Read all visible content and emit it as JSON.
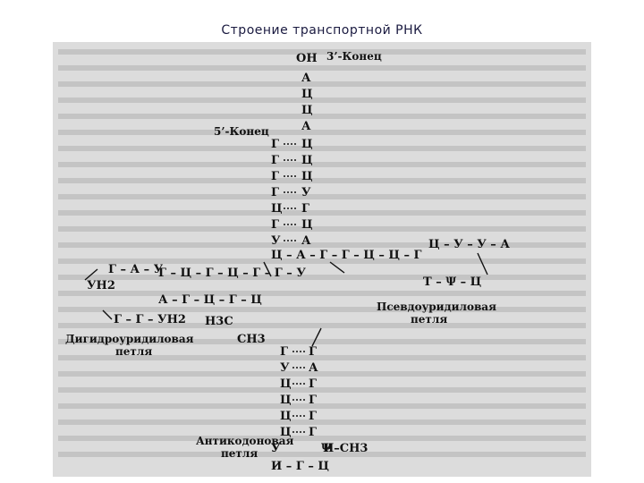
{
  "slide": {
    "title": "Строение транспортной РНК"
  },
  "background_colors": {
    "page": "#ffffff",
    "scan": "#dcdcdc",
    "ink": "#111111"
  },
  "diagram": {
    "end3": "3’-Конец",
    "end5": "5’-Конец",
    "oh": "ОН",
    "pseudo_loop_1": "Псевдоуридиловая",
    "pseudo_loop_2": "петля",
    "dihydro_loop_1": "Дигидроуридиловая",
    "dihydro_loop_2": "петля",
    "anticodon_loop_1": "Антикодоновая",
    "anticodon_loop_2": "петля",
    "h3c": "Н3С",
    "ch3": "СН3",
    "i_ch3": "И–СН3",
    "acceptor_tail": [
      "А",
      "Ц",
      "Ц",
      "А"
    ],
    "acceptor_stem": [
      [
        "Г",
        "Ц"
      ],
      [
        "Г",
        "Ц"
      ],
      [
        "Г",
        "Ц"
      ],
      [
        "Г",
        "У"
      ],
      [
        "Ц",
        "Г"
      ],
      [
        "Г",
        "Ц"
      ],
      [
        "У",
        "А"
      ]
    ],
    "t_arm_row": "Ц – А – Г – Г – Ц – Ц – Г",
    "t_loop": "Ц – У – У – А",
    "t_bottom": "Т – Ψ – Ц",
    "d_top": "Г – А – У",
    "d_arm_row": "Г – Ц – Г – Ц – Г – Г – У",
    "d_arm_row2": "А – Г – Ц – Г – Ц",
    "d_left": "УН2",
    "d_bottom": "Г – Г – УН2",
    "anticodon_stem": [
      [
        "Г",
        "Г"
      ],
      [
        "У",
        "А"
      ],
      [
        "Ц",
        "Г"
      ],
      [
        "Ц",
        "Г"
      ],
      [
        "Ц",
        "Г"
      ],
      [
        "Ц",
        "Г"
      ]
    ],
    "anticodon_loop_bottom": "И – Г – Ц",
    "anticodon_loop_sides": [
      "У",
      "У",
      "Ψ"
    ]
  }
}
